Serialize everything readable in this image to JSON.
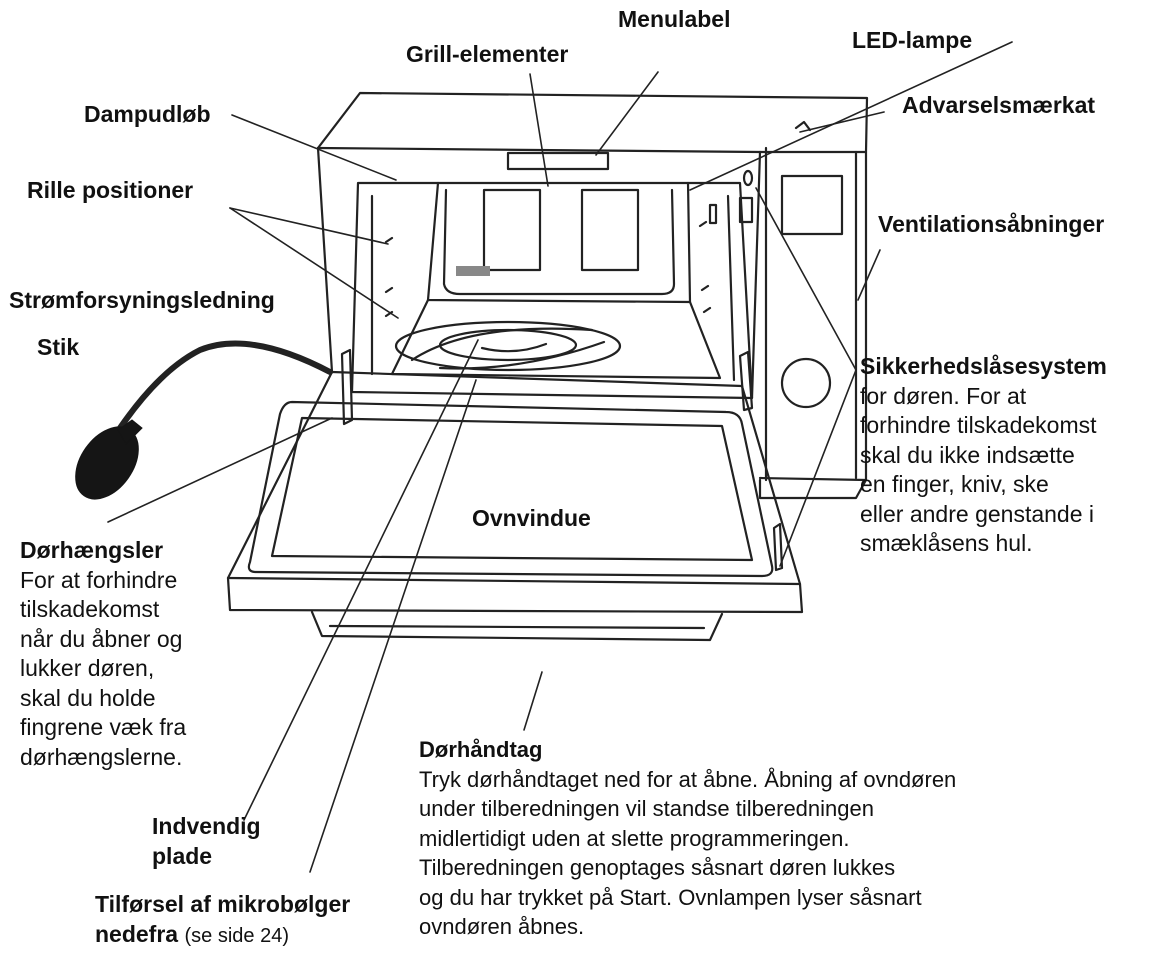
{
  "labels": {
    "menulabel": "Menulabel",
    "grill": "Grill-elementer",
    "led": "LED-lampe",
    "dampudlob": "Dampudløb",
    "advarsel": "Advarselsmærkat",
    "rille": "Rille positioner",
    "ventilation": "Ventilationsåbninger",
    "strom": "Strømforsyningsledning",
    "stik": "Stik",
    "sikkerhed_title": "Sikkerhedslåsesystem",
    "sikkerhed_lines": [
      "for døren. For at",
      "forhindre tilskadekomst",
      "skal du ikke indsætte",
      "en finger, kniv, ske",
      "eller andre genstande i",
      "smæklåsens hul."
    ],
    "ovnvindue": "Ovnvindue",
    "dorhaengsler_title": "Dørhængsler",
    "dorhaengsler_lines": [
      "For at forhindre",
      "tilskadekomst",
      "når du åbner og",
      "lukker døren,",
      "skal du holde",
      "fingrene væk fra",
      "dørhængslerne."
    ],
    "dorhandtag_title": "Dørhåndtag",
    "dorhandtag_lines": [
      "Tryk dørhåndtaget ned for at åbne. Åbning af ovndøren",
      "under tilberedningen vil standse tilberedningen",
      "midlertidigt uden at slette programmeringen.",
      "Tilberedningen genoptages såsnart døren lukkes",
      "og du har trykket på Start. Ovnlampen lyser såsnart",
      "ovndøren åbnes."
    ],
    "indvendig_1": "Indvendig",
    "indvendig_2": "plade",
    "tilforsel_1": "Tilførsel af mikrobølger",
    "tilforsel_2": "nedefra",
    "tilforsel_note": "(se side 24)"
  }
}
